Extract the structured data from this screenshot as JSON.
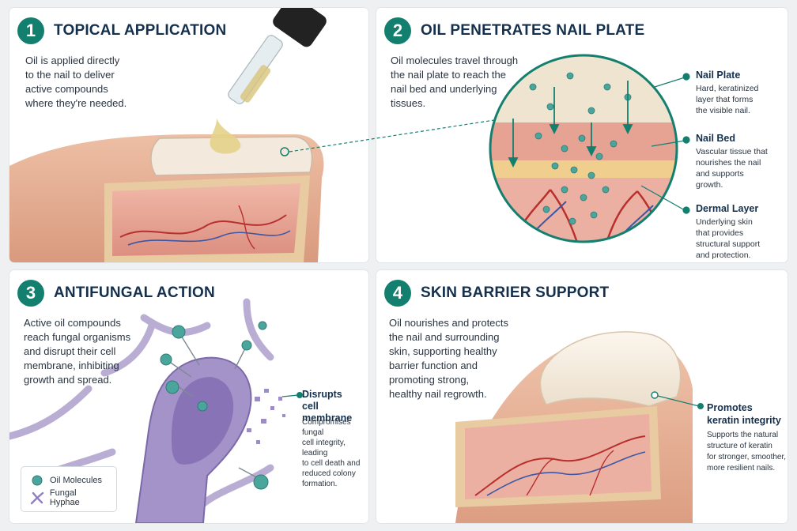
{
  "panels": [
    {
      "number": "1",
      "title": "TOPICAL APPLICATION",
      "description": [
        "Oil is applied directly",
        "to the nail to deliver",
        "active compounds",
        "where they're needed."
      ]
    },
    {
      "number": "2",
      "title": "OIL PENETRATES NAIL PLATE",
      "description": [
        "Oil molecules travel through",
        "the nail plate to reach the",
        "nail bed and underlying",
        "tissues."
      ],
      "labels": [
        {
          "title": "Nail Plate",
          "desc": [
            "Hard, keratinized",
            "layer that forms",
            "the visible nail."
          ]
        },
        {
          "title": "Nail Bed",
          "desc": [
            "Vascular tissue that",
            "nourishes the nail",
            "and supports",
            "growth."
          ]
        },
        {
          "title": "Dermal Layer",
          "desc": [
            "Underlying skin",
            "that provides",
            "structural support",
            "and protection."
          ]
        }
      ]
    },
    {
      "number": "3",
      "title": "ANTIFUNGAL ACTION",
      "description": [
        "Active oil compounds",
        "reach fungal organisms",
        "and disrupt their cell",
        "membrane, inhibiting",
        "growth and spread."
      ],
      "labels": [
        {
          "title": [
            "Disrupts",
            "cell membrane"
          ],
          "desc": [
            "Compromises fungal",
            "cell integrity, leading",
            "to cell death and",
            "reduced colony",
            "formation."
          ]
        }
      ],
      "legend": {
        "oil": "Oil Molecules",
        "hyphae": "Fungal Hyphae"
      }
    },
    {
      "number": "4",
      "title": "SKIN BARRIER SUPPORT",
      "description": [
        "Oil nourishes and protects",
        "the nail and surrounding",
        "skin, supporting healthy",
        "barrier function and",
        "promoting strong,",
        "healthy nail regrowth."
      ],
      "labels": [
        {
          "title": [
            "Promotes",
            "keratin integrity"
          ],
          "desc": [
            "Supports the natural",
            "structure of keratin",
            "for stronger, smoother,",
            "more resilient nails."
          ]
        }
      ]
    }
  ],
  "colors": {
    "accent": "#137f6f",
    "heading": "#14304d",
    "skin": "#e2a98f",
    "nail": "#f1e6d8",
    "tissue": "#e9a79a",
    "hyphae": "#a898c8",
    "oil": "#4aa59c"
  },
  "icons": [
    "dropper-icon",
    "oil-molecule-icon",
    "fungal-hyphae-icon",
    "label-dot-icon"
  ]
}
